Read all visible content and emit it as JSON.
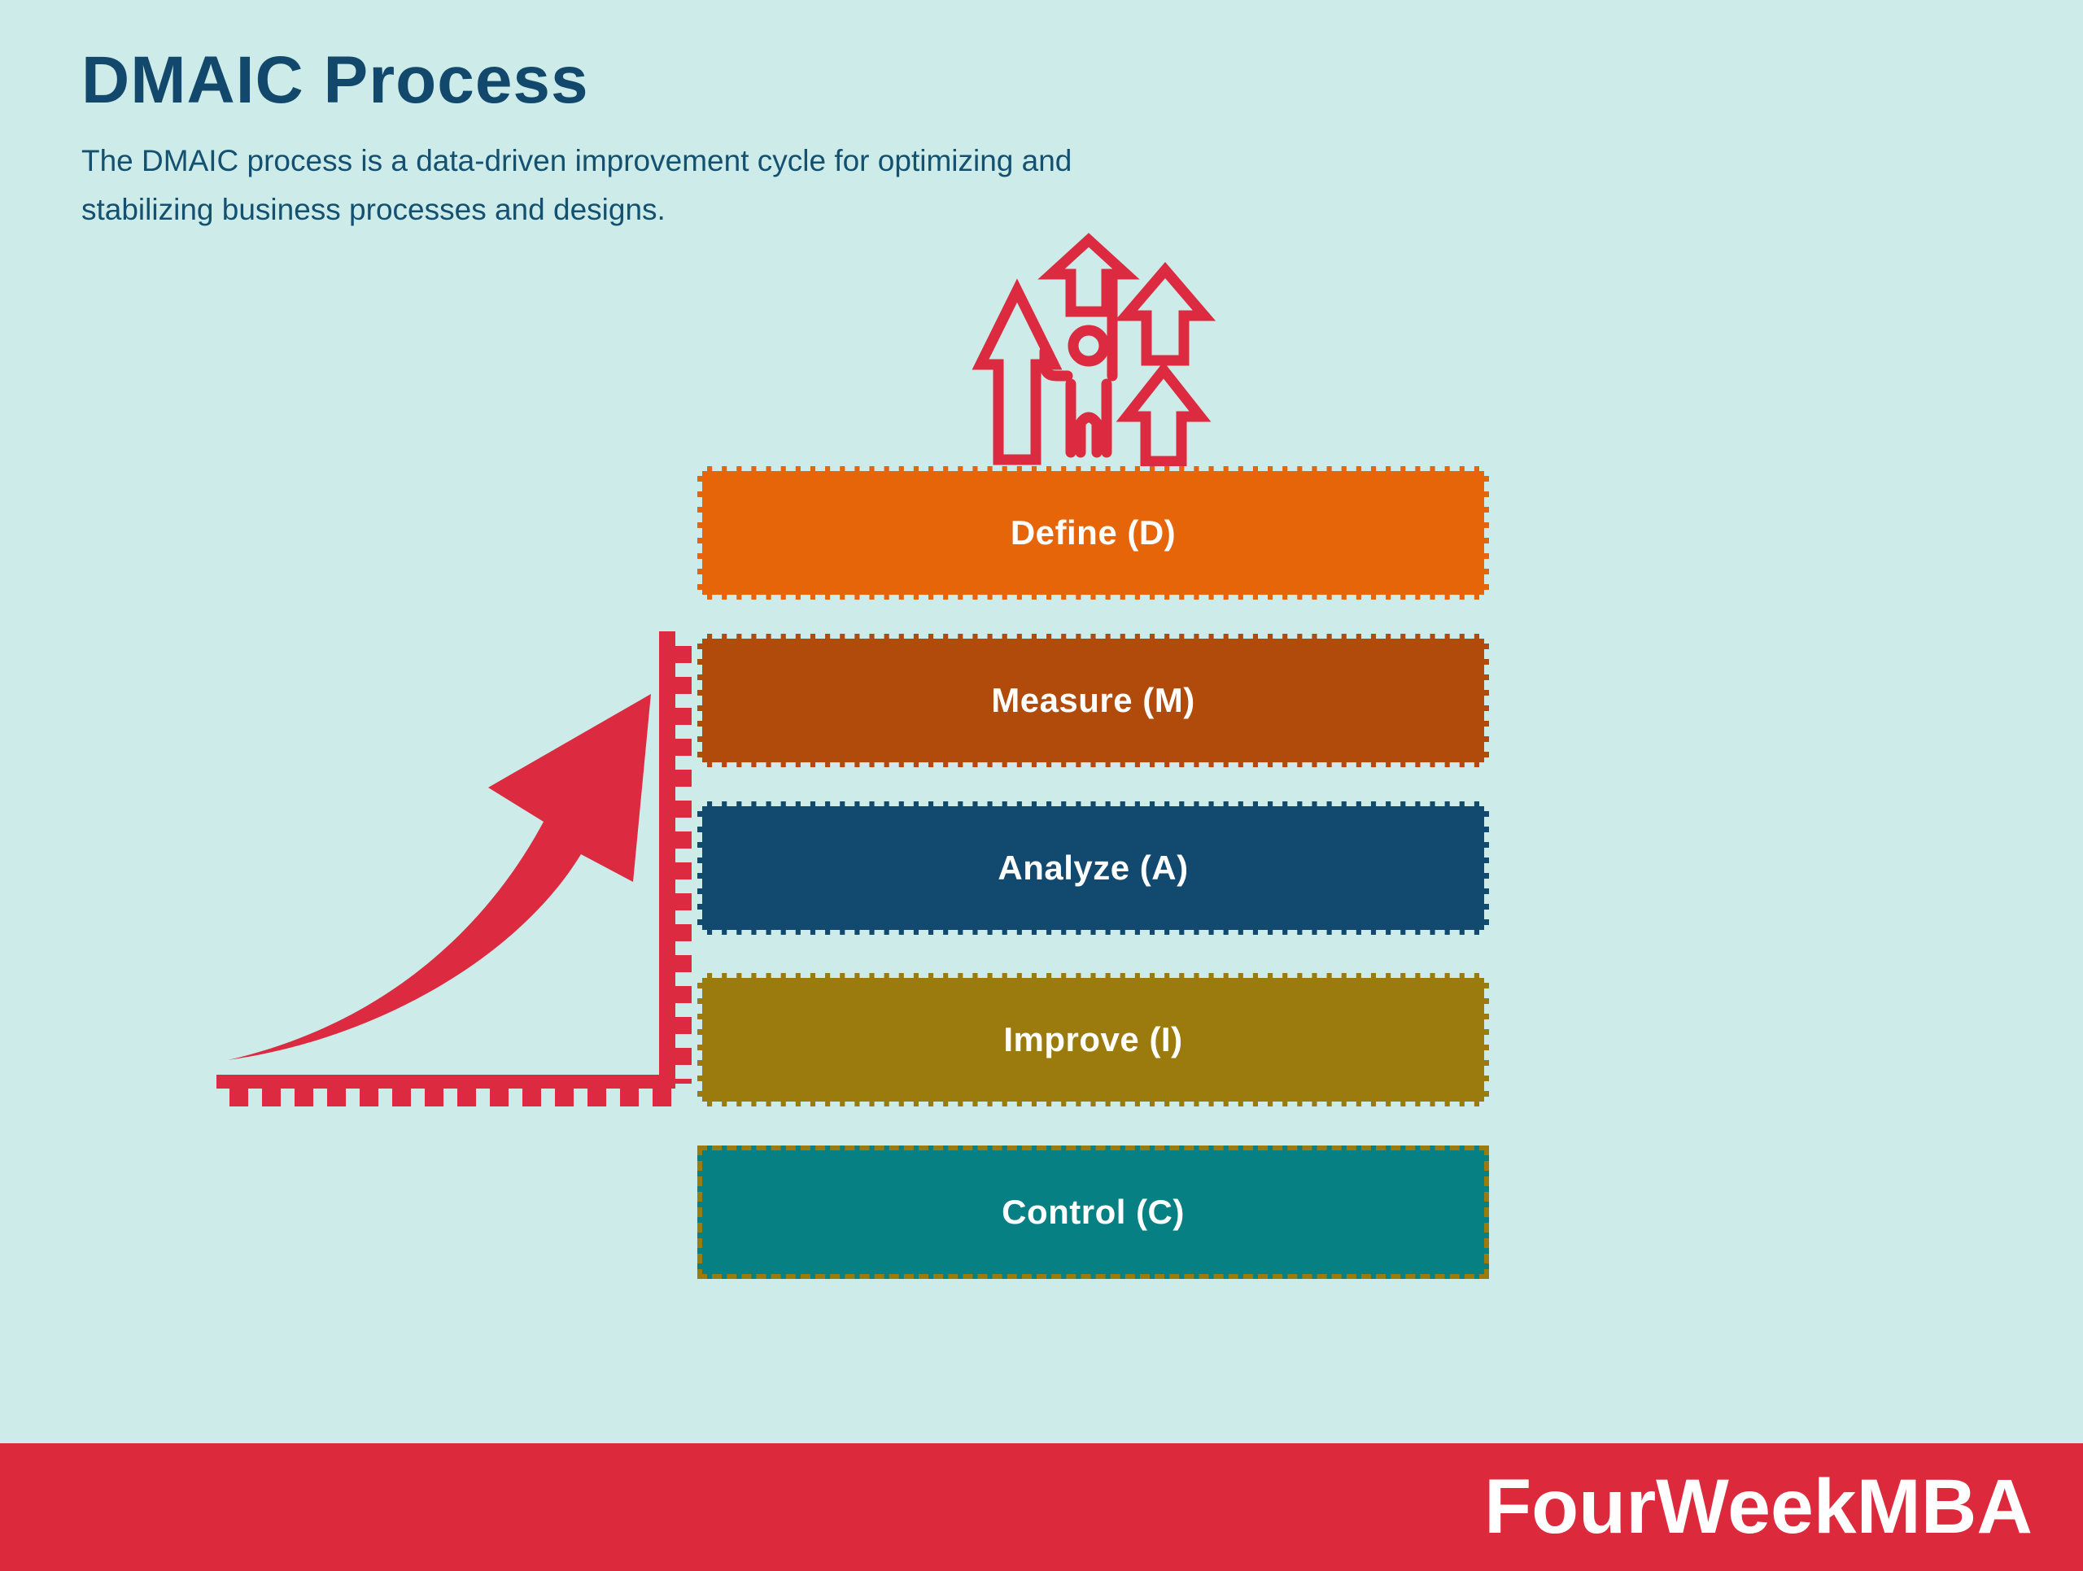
{
  "header": {
    "title": "DMAIC Process",
    "subtitle": "The DMAIC process is a data-driven improvement cycle for optimizing and stabilizing business processes and designs."
  },
  "bars": [
    {
      "label": "Define (D)",
      "color": "#E56508",
      "border": "#CDECE9"
    },
    {
      "label": "Measure (M)",
      "color": "#B04B0C",
      "border": "#CDECE9"
    },
    {
      "label": "Analyze (A)",
      "color": "#12496E",
      "border": "#CDECE9"
    },
    {
      "label": "Improve (I)",
      "color": "#9C7B0E",
      "border": "#CDECE9"
    },
    {
      "label": "Control (C)",
      "color": "#078084",
      "border": "#9C7B0E"
    }
  ],
  "icons": [
    {
      "name": "growth-people-icon"
    },
    {
      "name": "growth-chart-arrow-icon"
    }
  ],
  "colors": {
    "background": "#CDECE9",
    "accent_red": "#DC2B40",
    "title_navy": "#12486C"
  },
  "footer": {
    "brand": "FourWeekMBA",
    "background": "#DC2A3C"
  }
}
